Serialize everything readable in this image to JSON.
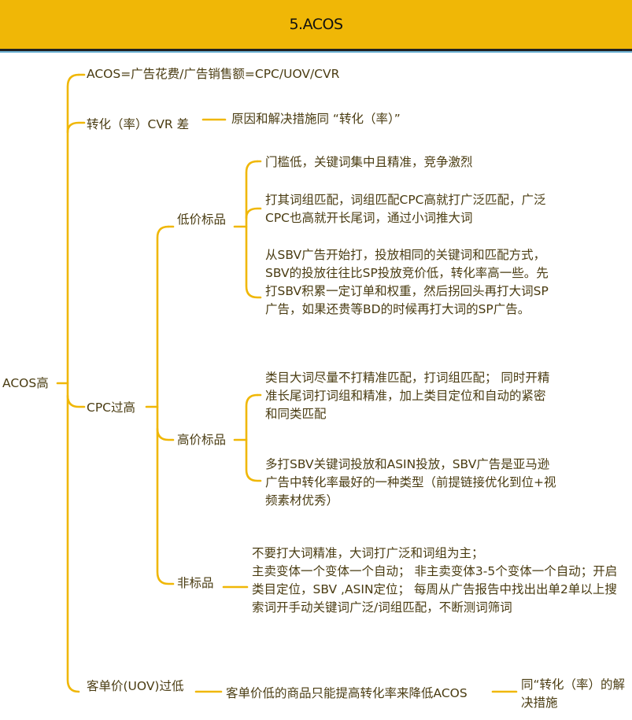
{
  "title": "5.ACOS",
  "accent_color": "#f0b706",
  "root": {
    "label": "ACOS高",
    "children": {
      "formula": {
        "label": "ACOS=广告花费/广告销售额=CPC/UOV/CVR"
      },
      "cvr": {
        "label": "转化（率）CVR 差",
        "note": "原因和解决措施同 “转化（率）”"
      },
      "cpc": {
        "label": "CPC过高",
        "low_price": {
          "label": "低价标品",
          "items": [
            "门槛低，关键词集中且精准，竞争激烈",
            "打其词组匹配，词组匹配CPC高就打广泛匹配，广泛CPC也高就开长尾词，通过小词推大词",
            "从SBV广告开始打，投放相同的关键词和匹配方式， SBV的投放往往比SP投放竞价低，转化率高一些。先打SBV积累一定订单和权重，然后拐回头再打大词SP广告，如果还贵等BD的时候再打大词的SP广告。"
          ]
        },
        "high_price": {
          "label": "高价标品",
          "items": [
            "类目大词尽量不打精准匹配，打词组匹配； 同时开精准长尾词打词组和精准，加上类目定位和自动的紧密和同类匹配",
            "多打SBV关键词投放和ASIN投放，SBV广告是亚马逊广告中转化率最好的一种类型（前提链接优化到位+视频素材优秀）"
          ]
        },
        "non_standard": {
          "label": "非标品",
          "text": "不要打大词精准，大词打广泛和词组为主；\n主卖变体一个变体一个自动； 非主卖变体3-5个变体一个自动；开启类目定位，SBV ,ASIN定位； 每周从广告报告中找出出单2单以上搜索词开手动关键词广泛/词组匹配，不断测词筛词"
        }
      },
      "uov": {
        "label": "客单价(UOV)过低",
        "note": "客单价低的商品只能提高转化率来降低ACOS",
        "note2": "同“转化（率）的解决措施"
      }
    }
  }
}
